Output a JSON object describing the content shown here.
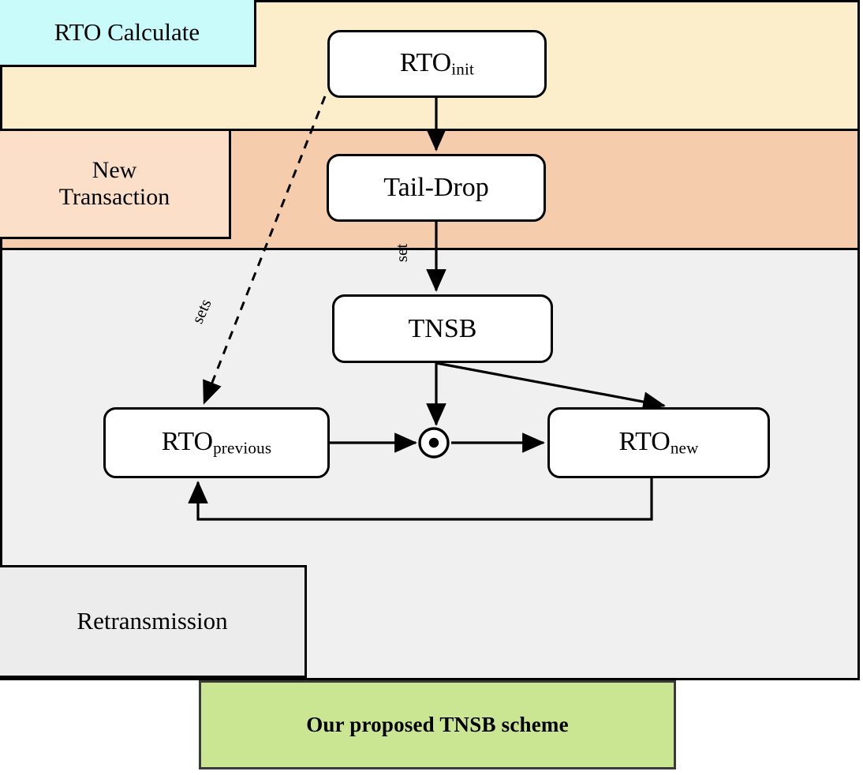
{
  "figure": {
    "title": "Our proposed TNSB scheme",
    "lanes": [
      {
        "id": "rto-calculate",
        "label": "RTO Calculate",
        "color": "#c9fbfb",
        "band_color": "#fdeecb"
      },
      {
        "id": "new-transaction",
        "label": "New\nTransaction",
        "label_line1": "New",
        "label_line2": "Transaction",
        "color": "#fbdfc9",
        "band_color": "#f6cdac"
      },
      {
        "id": "retransmission",
        "label": "Retransmission",
        "color": "#ececec",
        "band_color": "#f0f0f0"
      }
    ],
    "nodes": [
      {
        "id": "rto-init",
        "base": "RTO",
        "sub": "init"
      },
      {
        "id": "tail-drop",
        "base": "Tail-Drop",
        "sub": ""
      },
      {
        "id": "tnsb",
        "base": "TNSB",
        "sub": ""
      },
      {
        "id": "rto-previous",
        "base": "RTO",
        "sub": "previous"
      },
      {
        "id": "rto-new",
        "base": "RTO",
        "sub": "new"
      }
    ],
    "operator": {
      "id": "multiply-operator",
      "glyph": "⊙"
    },
    "edges": [
      {
        "id": "init-to-taildrop",
        "from": "rto-init",
        "to": "tail-drop",
        "label": "",
        "style": "solid"
      },
      {
        "id": "taildrop-to-tnsb",
        "from": "tail-drop",
        "to": "tnsb",
        "label": "set",
        "style": "solid"
      },
      {
        "id": "init-to-previous",
        "from": "rto-init",
        "to": "rto-previous",
        "label": "sets",
        "style": "dashed"
      },
      {
        "id": "tnsb-to-operator",
        "from": "tnsb",
        "to": "multiply-operator",
        "label": "",
        "style": "solid"
      },
      {
        "id": "previous-to-operator",
        "from": "rto-previous",
        "to": "multiply-operator",
        "label": "",
        "style": "solid"
      },
      {
        "id": "operator-to-new",
        "from": "multiply-operator",
        "to": "rto-new",
        "label": "",
        "style": "solid"
      },
      {
        "id": "tnsb-to-new",
        "from": "tnsb",
        "to": "rto-new",
        "label": "",
        "style": "solid"
      },
      {
        "id": "new-to-previous-feedback",
        "from": "rto-new",
        "to": "rto-previous",
        "label": "",
        "style": "solid"
      }
    ],
    "footer": {
      "id": "scheme-caption",
      "text": "Our proposed TNSB scheme",
      "color": "#cbe693"
    }
  }
}
